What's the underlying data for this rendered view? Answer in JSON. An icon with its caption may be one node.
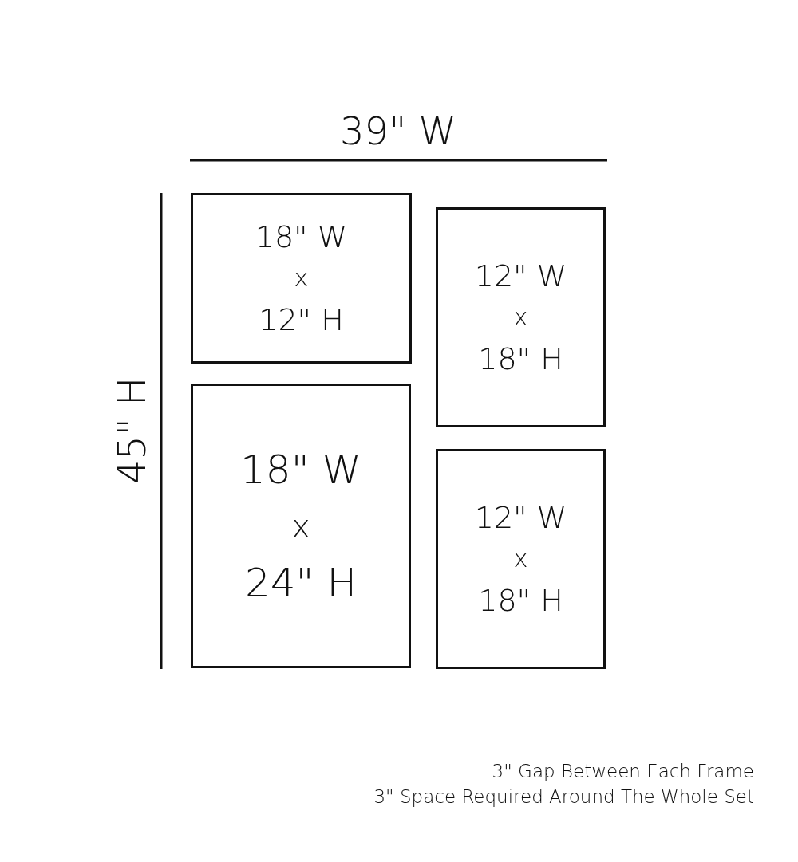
{
  "diagram": {
    "nodes": [
      {
        "text": [
          "18\" W",
          "x",
          "12\" H"
        ]
      },
      {
        "text": [
          "12\" W",
          "x",
          "18\" H"
        ]
      },
      {
        "text": [
          "18\" W",
          "x",
          "24\" H"
        ]
      },
      {
        "text": [
          "12\" W",
          "x",
          "18\" H"
        ]
      }
    ],
    "labels": [
      "39\" W",
      "45\" H",
      "3\" Gap Between Each Frame",
      "3\" Space Required Around The Whole Set"
    ]
  }
}
